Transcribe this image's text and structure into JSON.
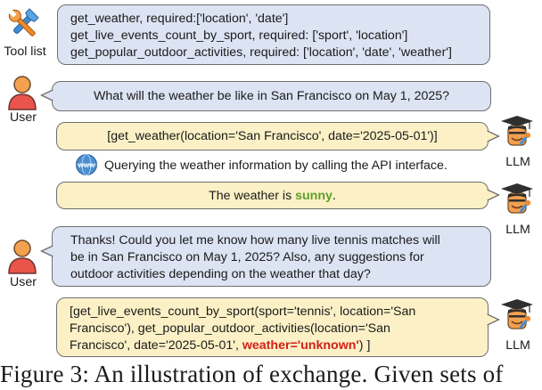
{
  "tool_list": {
    "label": "Tool list",
    "lines": [
      "get_weather, required:['location', 'date']",
      "get_live_events_count_by_sport, required: ['sport', 'location']",
      "get_popular_outdoor_activities, required: ['location', 'date', 'weather']"
    ]
  },
  "user_label": "User",
  "llm_label": "LLM",
  "turn1": {
    "question": "What will the weather be like in San Francisco on May 1, 2025?",
    "call": "[get_weather(location='San Francisco', date='2025-05-01')]",
    "querying": "Querying the weather information by calling the API interface.",
    "globe_label": "www",
    "answer_prefix": "The weather is ",
    "answer_value": "sunny",
    "answer_suffix": "."
  },
  "turn2": {
    "question_lines": [
      "Thanks! Could you let me know how many live tennis matches will",
      "be in San Francisco on May 1, 2025? Also, any suggestions for",
      "outdoor activities depending on the weather that day?"
    ],
    "call_line1": "[get_live_events_count_by_sport(sport='tennis', location='San",
    "call_line2": "Francisco'), get_popular_outdoor_activities(location='San",
    "call_line3_prefix": "Francisco', date='2025-05-01', ",
    "call_line3_red": "weather='unknown'",
    "call_line3_suffix": ") ]"
  },
  "caption": "Figure 3: An illustration of exchange. Given sets of",
  "colors": {
    "blue_bubble": "#dce3f3",
    "yellow_bubble": "#fcf1c6",
    "green_value": "#5c9e2a",
    "red_value": "#d32017"
  }
}
